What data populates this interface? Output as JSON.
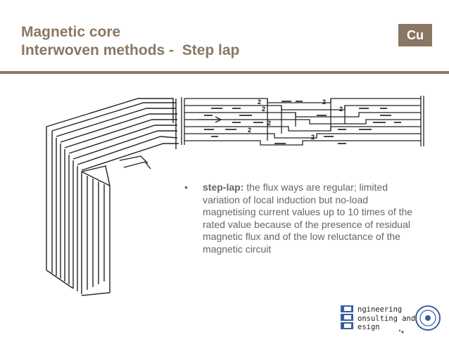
{
  "slide": {
    "title_line1": "Magnetic core",
    "title_line2": "Interwoven methods -  Step lap",
    "badge": "Cu",
    "bullet": {
      "symbol": "•",
      "term": "step-lap:",
      "text": " the flux ways are regular; limited variation of local induction but no-load magnetising current values up to 10 times of the rated value because of the presence of residual magnetic flux and of the low reluctance of the magnetic circuit"
    },
    "logo": {
      "line1": "ngineering",
      "line2": "onsulting and",
      "line3": "esign"
    },
    "figure_labels": [
      "2",
      "2",
      "2",
      "2",
      "2",
      "2",
      "2"
    ]
  },
  "colors": {
    "accent": "#8a7763",
    "body_text": "#666666",
    "logo_blue": "#3a5da0"
  }
}
